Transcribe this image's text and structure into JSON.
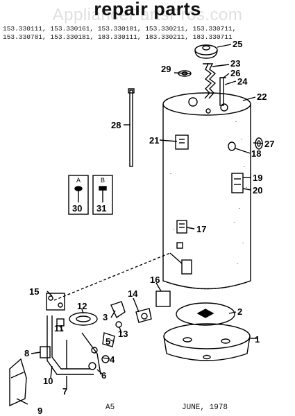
{
  "header": {
    "title": "repair parts",
    "watermark": "AppliancePartsPros.com",
    "model_line_1": "153.330111, 153.330161, 153.330181, 153.330211, 153.330711,",
    "model_line_2": "153.330781, 153.330181, 183.330111, 183.330211, 183.330711"
  },
  "callouts": [
    "1",
    "2",
    "3",
    "4",
    "5",
    "6",
    "7",
    "8",
    "9",
    "10",
    "11",
    "12",
    "13",
    "14",
    "15",
    "16",
    "17",
    "18",
    "19",
    "20",
    "21",
    "22",
    "23",
    "24",
    "25",
    "26",
    "27",
    "28",
    "29"
  ],
  "insets": [
    {
      "letter": "A",
      "number": "30"
    },
    {
      "letter": "B",
      "number": "31"
    }
  ],
  "footer": {
    "page": "A5",
    "date": "JUNE, 1978"
  }
}
